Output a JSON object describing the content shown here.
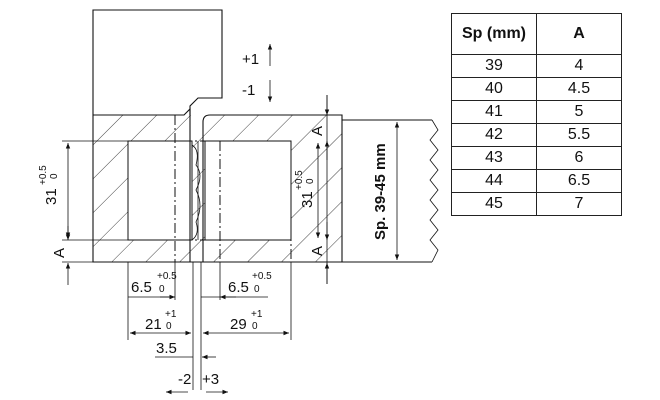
{
  "table": {
    "headers": [
      "Sp (mm)",
      "A"
    ],
    "rows": [
      [
        "39",
        "4"
      ],
      [
        "40",
        "4.5"
      ],
      [
        "41",
        "5"
      ],
      [
        "42",
        "5.5"
      ],
      [
        "43",
        "6"
      ],
      [
        "44",
        "6.5"
      ],
      [
        "45",
        "7"
      ]
    ]
  },
  "diagram": {
    "adjust_up": "+1",
    "adjust_down": "-1",
    "label_a": "A",
    "sp_range": "Sp. 39-45 mm",
    "dim_31": "31",
    "tol_plus_05": "+0.5",
    "tol_zero": "0",
    "dim_6_5": "6.5",
    "dim_21": "21",
    "dim_29": "29",
    "tol_plus_1": "+1",
    "dim_3_5": "3.5",
    "adjust_left": "-2",
    "adjust_right": "+3"
  },
  "colors": {
    "line": "#111111",
    "background": "#ffffff"
  }
}
